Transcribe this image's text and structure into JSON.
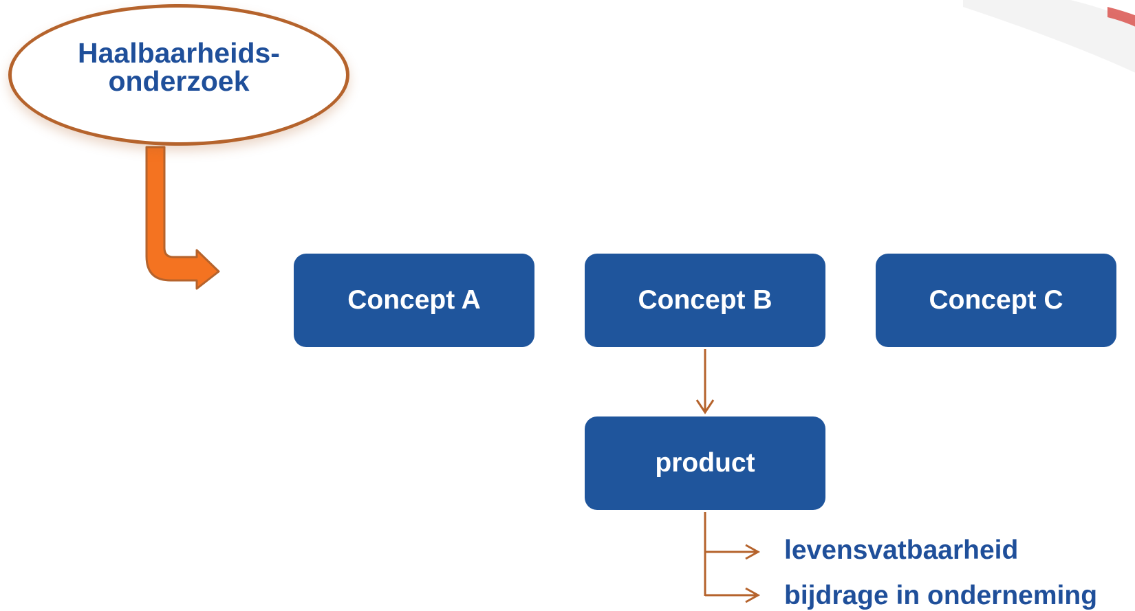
{
  "header": {
    "title_line1": "Haalbaarheids-",
    "title_line2": "onderzoek"
  },
  "concepts": [
    {
      "label": "Concept A"
    },
    {
      "label": "Concept B"
    },
    {
      "label": "Concept C"
    }
  ],
  "product": {
    "label": "product"
  },
  "outcomes": [
    {
      "label": "levensvatbaarheid"
    },
    {
      "label": "bijdrage in onderneming"
    }
  ],
  "colors": {
    "box_fill": "#1f559c",
    "box_text": "#ffffff",
    "heading_text": "#1f4f9a",
    "ellipse_border": "#b5632c",
    "thick_arrow": "#f47321",
    "thin_arrow": "#b5632c"
  }
}
